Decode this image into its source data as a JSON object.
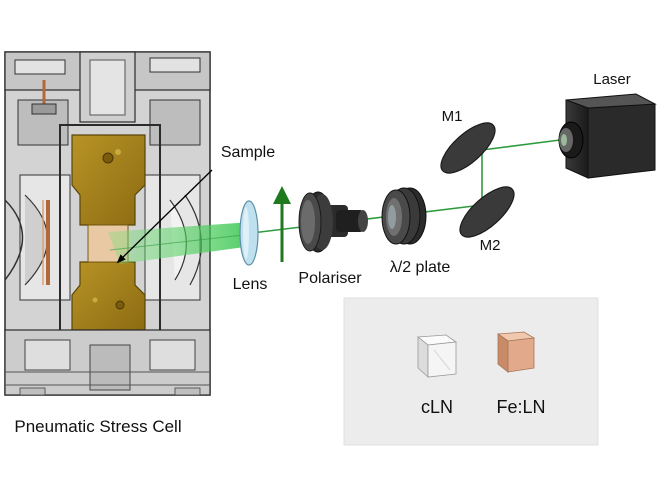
{
  "labels": {
    "laser": "Laser",
    "m1": "M1",
    "m2": "M2",
    "sample": "Sample",
    "lens": "Lens",
    "polariser": "Polariser",
    "half_wave_plate": "λ/2 plate",
    "stress_cell": "Pneumatic Stress Cell",
    "inset_clear": "cLN",
    "inset_doped": "Fe:LN"
  },
  "colors": {
    "beam": "#2e9b3e",
    "beam_cone": "#5cd65c",
    "arrow": "#1f7a1f",
    "brass": "#a8841f",
    "cell_body": "#d0d0d0",
    "cell_dark": "#3a3a3a",
    "optic_dark": "#2b2b2b",
    "lens_glass": "#bfe0ee",
    "inset_bg": "#eeeeee",
    "doped_crystal": "#e2a98a"
  }
}
